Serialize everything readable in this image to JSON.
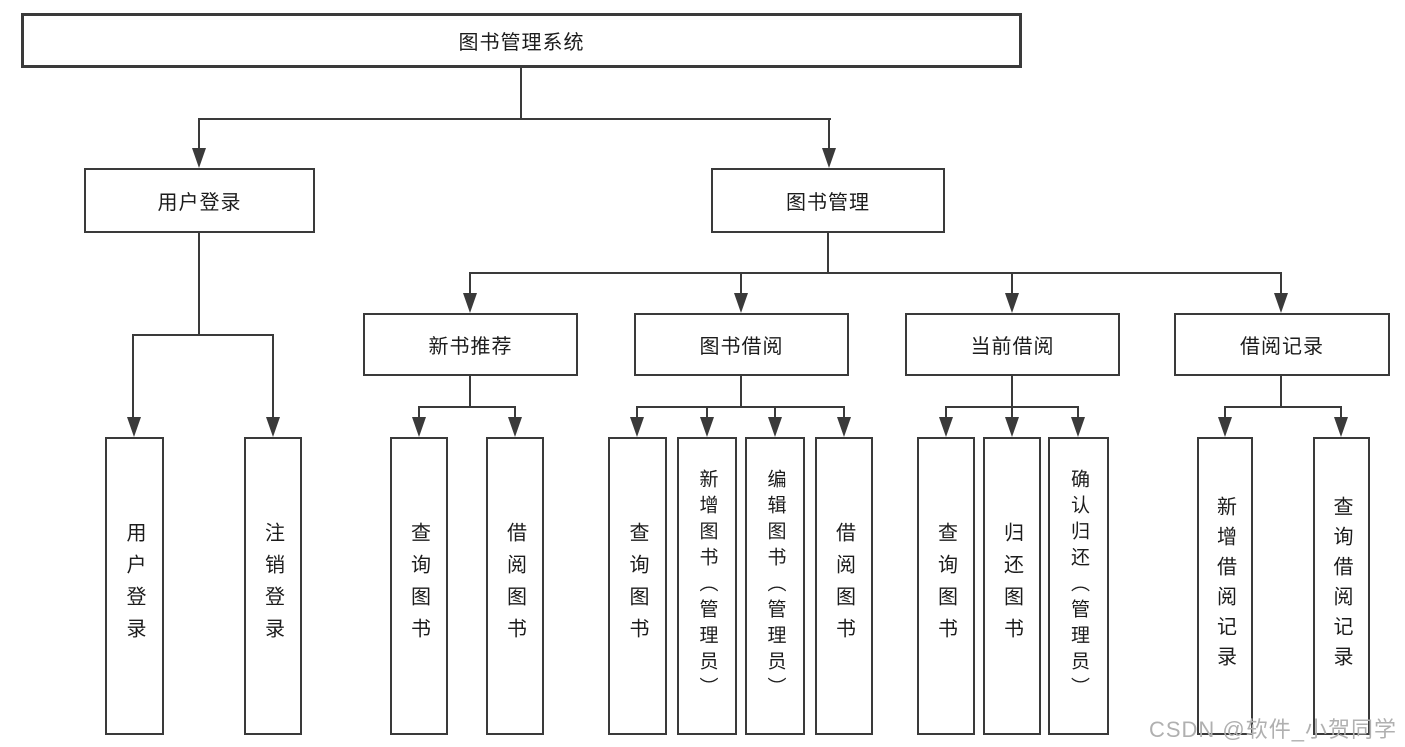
{
  "diagram": {
    "tree": {
      "root": {
        "label": "图书管理系统"
      },
      "branches": [
        {
          "label": "用户登录",
          "children": [
            "用户登录",
            "注销登录"
          ]
        },
        {
          "label": "图书管理",
          "children": [
            {
              "label": "新书推荐",
              "children": [
                "查询图书",
                "借阅图书"
              ]
            },
            {
              "label": "图书借阅",
              "children": [
                "查询图书",
                "新增图书（管理员）",
                "编辑图书（管理员）",
                "借阅图书"
              ]
            },
            {
              "label": "当前借阅",
              "children": [
                "查询图书",
                "归还图书",
                "确认归还（管理员）"
              ]
            },
            {
              "label": "借阅记录",
              "children": [
                "新增借阅记录",
                "查询借阅记录"
              ]
            }
          ]
        }
      ]
    },
    "colors": {
      "line": "#3a3a3a",
      "text": "#1c1c1c",
      "watermark_text": "#b0b0b0",
      "background": "#ffffff"
    }
  },
  "watermark": "CSDN @软件_小贺同学"
}
